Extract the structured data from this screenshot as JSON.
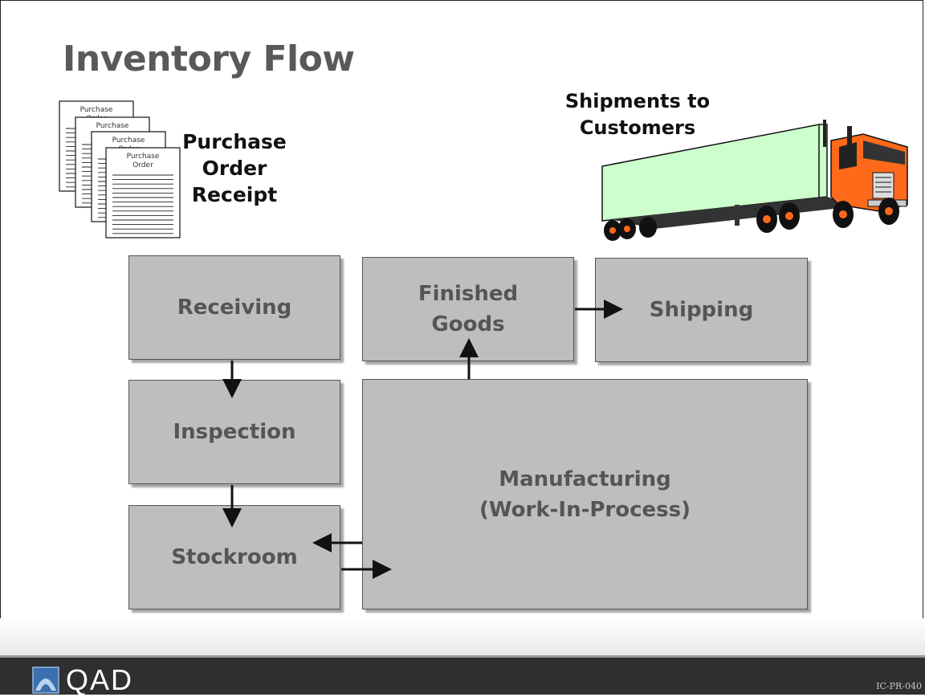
{
  "title": "Inventory Flow",
  "purchase_orders": {
    "doc_header": "Purchase Order",
    "label_lines": [
      "Purchase",
      "Order",
      "Receipt"
    ]
  },
  "shipments": {
    "label_lines": [
      "Shipments to",
      "Customers"
    ]
  },
  "boxes": {
    "receiving": "Receiving",
    "inspection": "Inspection",
    "stockroom": "Stockroom",
    "finished_goods": [
      "Finished",
      "Goods"
    ],
    "shipping": "Shipping",
    "manufacturing": [
      "Manufacturing",
      "(Work-In-Process)"
    ]
  },
  "footer": {
    "logo": "QAD",
    "slide_id": "IC-PR-040"
  },
  "colors": {
    "box_fill": "#bebebe",
    "box_text": "#555555",
    "trailer": "#ccffcc",
    "cab": "#ff6a1a",
    "footer_bar": "#2f2f2f"
  }
}
